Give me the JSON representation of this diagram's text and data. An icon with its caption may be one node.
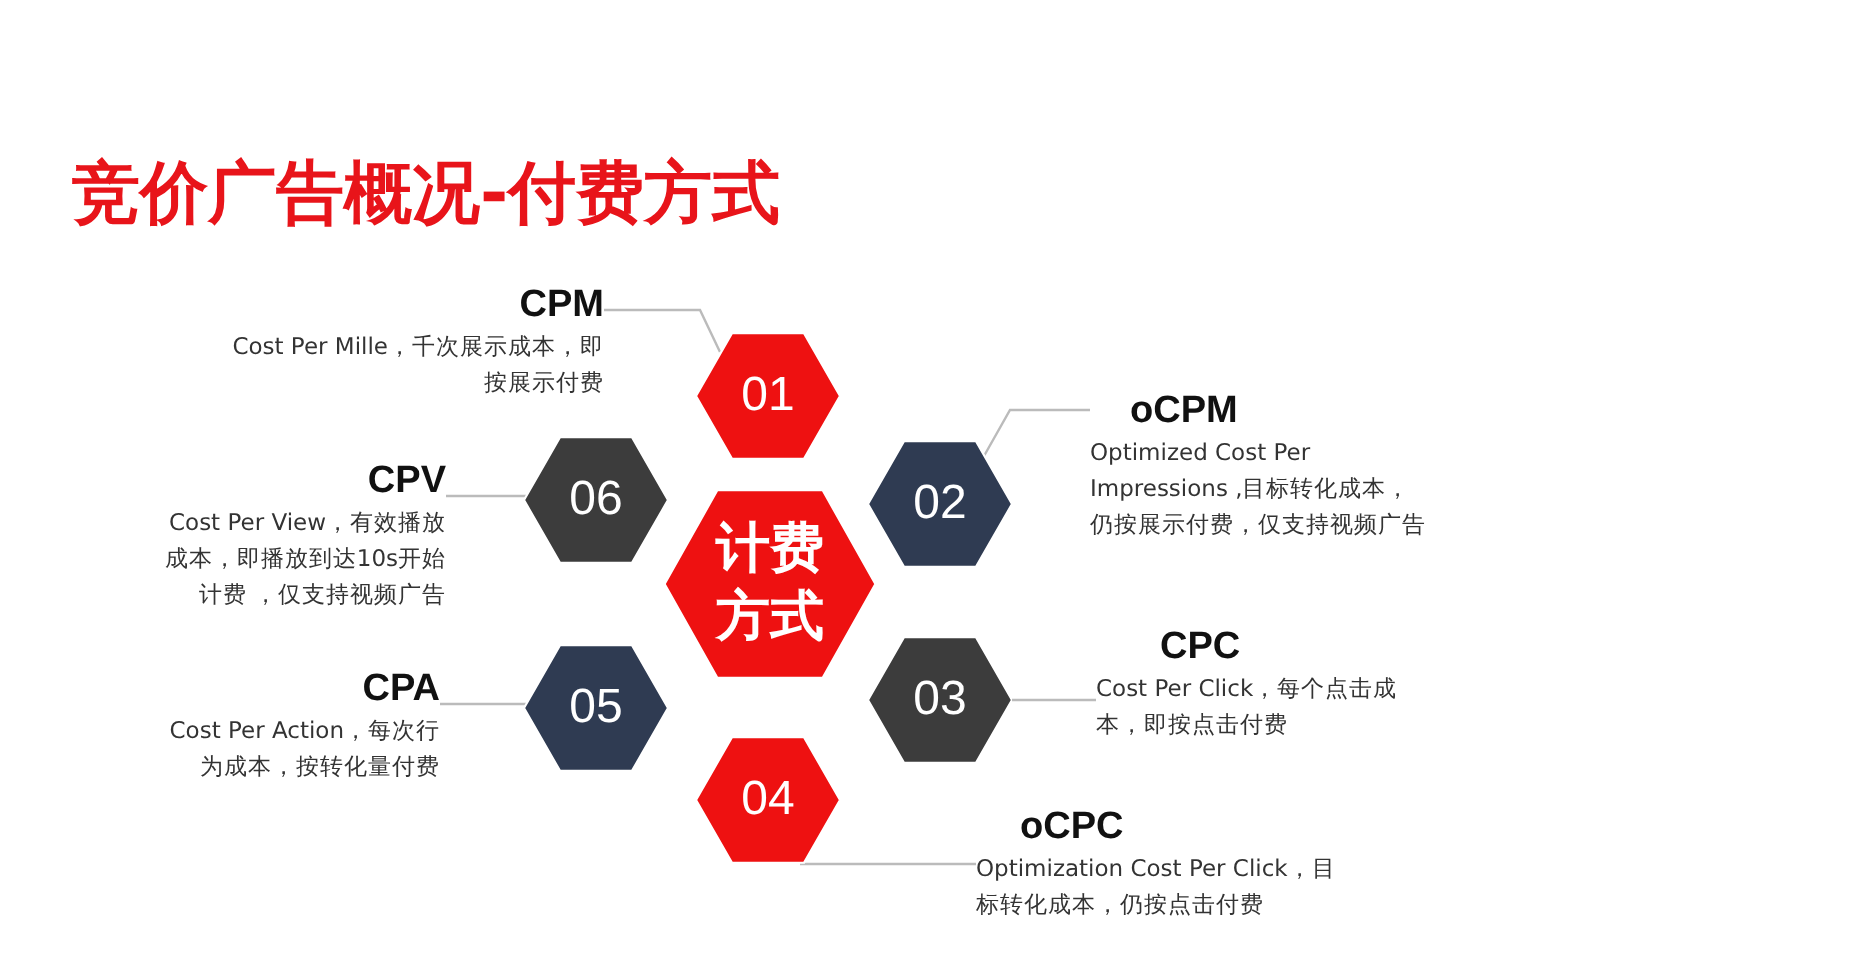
{
  "diagram": {
    "title": "竞价广告概况-付费方式",
    "nodes": [
      {
        "text": [
          "计费方式"
        ]
      },
      {
        "text": [
          "01"
        ]
      },
      {
        "text": [
          "02"
        ]
      },
      {
        "text": [
          "03"
        ]
      },
      {
        "text": [
          "04"
        ]
      },
      {
        "text": [
          "05"
        ]
      },
      {
        "text": [
          "06"
        ]
      },
      {
        "text": [
          "CPM",
          "Cost Per Mille，千次展示成本，即按展示付费"
        ]
      },
      {
        "text": [
          "oCPM",
          "Optimized Cost Per Impressions ,目标转化成本，仍按展示付费，仅支持视频广告"
        ]
      },
      {
        "text": [
          "CPC",
          "Cost Per Click，每个点击成本，即按点击付费"
        ]
      },
      {
        "text": [
          "oCPC",
          "Optimization Cost Per Click，目标转化成本，仍按点击付费"
        ]
      },
      {
        "text": [
          "CPA",
          "Cost Per Action，每次行为成本，按转化量付费"
        ]
      },
      {
        "text": [
          "CPV",
          "Cost Per View，有效播放成本，即播放到达10s开始计费 ，仅支持视频广告"
        ]
      }
    ],
    "edges": [
      {
        "from": 7,
        "to": 1,
        "arrow": "none"
      },
      {
        "from": 8,
        "to": 2,
        "arrow": "none"
      },
      {
        "from": 9,
        "to": 3,
        "arrow": "none"
      },
      {
        "from": 10,
        "to": 4,
        "arrow": "none"
      },
      {
        "from": 11,
        "to": 5,
        "arrow": "none"
      },
      {
        "from": 12,
        "to": 6,
        "arrow": "none"
      }
    ]
  }
}
